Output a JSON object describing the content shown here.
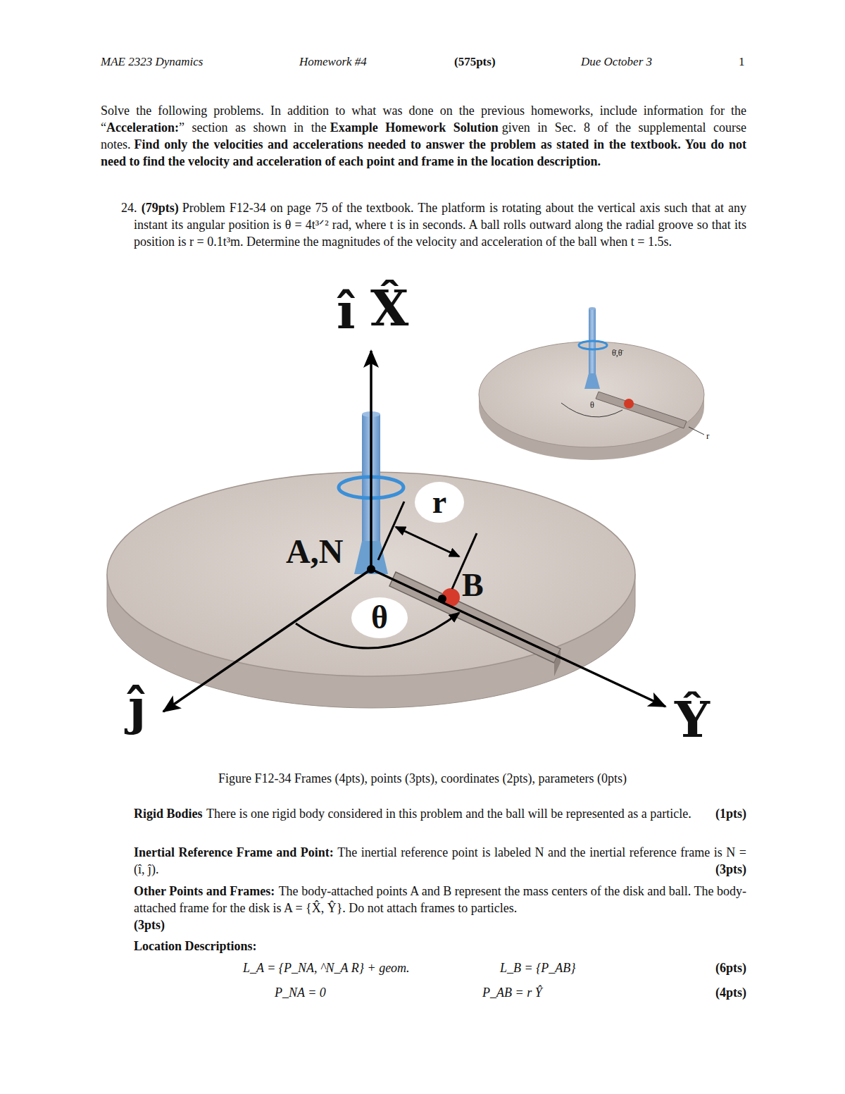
{
  "diagram": {
    "caption": "Figure F12-34 Frames (4pts), points (3pts), coordinates (2pts), parameters (0pts)",
    "nodes": [
      {
        "text": [
          "r"
        ]
      },
      {
        "text": [
          "θ"
        ]
      }
    ],
    "labels": [
      "MAE 2323 Dynamics",
      "Homework #4",
      "(575pts)",
      "Due October 3",
      "1",
      "Solve the following problems. In addition to what was done on the previous homeworks, include information for the “",
      "Acceleration:",
      "” section as shown in the",
      "Example Homework Solution",
      "given in Sec. 8 of the supplemental course notes.",
      "Find only the velocities and accelerations needed to answer the problem as stated in the textbook. You do not need to find the velocity and acceleration of each point and frame in the location description.",
      "24.",
      "(79pts)",
      "Problem F12-34 on page 75 of the textbook. The platform is rotating about the vertical axis such that at any instant its angular position is θ = 4t³ᐟ² rad, where t is in seconds. A ball rolls outward along the radial groove so that its position is r = 0.1t³m. Determine the magnitudes of the velocity and acceleration of the ball when t = 1.5s.",
      "î",
      "X̂",
      "A,N",
      "B",
      "ĵ",
      "Ŷ",
      "θ̇,θ̈",
      "θ",
      "r",
      "Rigid Bodies",
      "There is one rigid body considered in this problem and the ball will be represented as a particle.",
      "(1pts)",
      "Inertial Reference Frame and Point:",
      "The inertial reference point is labeled N and the inertial reference frame is N = (î, ĵ).",
      "(3pts)",
      "Other Points and Frames:",
      "The body-attached points A and B represent the mass centers of the disk and ball. The body-attached frame for the disk is A = {X̂, Ŷ}. Do not attach frames to particles.",
      "(3pts)",
      "Location Descriptions:",
      "L_A = {P_NA, ^N_A R} + geom.",
      "L_B = {P_AB}",
      "(6pts)",
      "P_NA = 0",
      "P_AB = r Ŷ",
      "(4pts)"
    ]
  }
}
